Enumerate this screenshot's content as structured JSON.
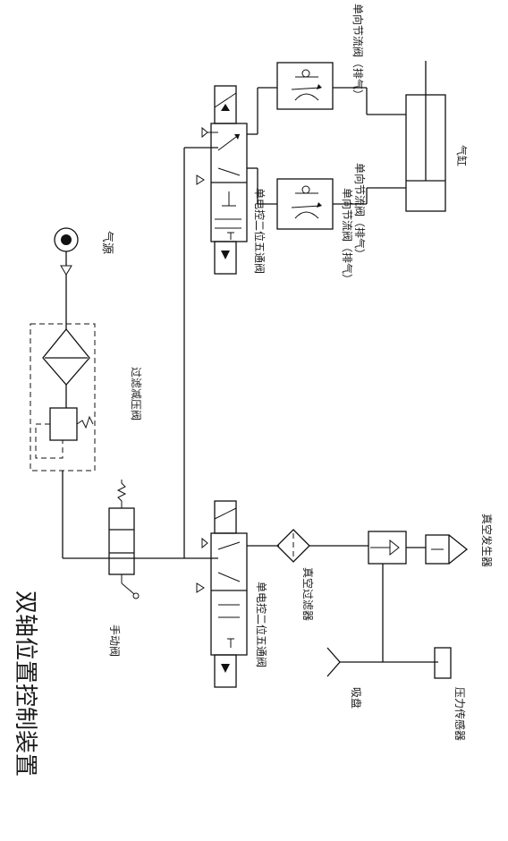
{
  "title": "双轴位置控制装置",
  "labels": {
    "air_source": "气源",
    "filter_regulator": "过滤减压阀",
    "manual_valve": "手动阀",
    "solenoid_valve_top": "单电控二位五通阀",
    "solenoid_valve_bottom": "单电控二位五通阀",
    "throttle_top": "单向节流阀（排气）",
    "throttle_mid_a": "单向节流阀（排气）",
    "throttle_mid_b": "单向节流阀（排气）",
    "cylinder": "气缸",
    "vacuum_filter": "真空过滤器",
    "vacuum_generator": "真空发生器",
    "suction_cup": "吸盘",
    "pressure_sensor": "压力传感器"
  }
}
